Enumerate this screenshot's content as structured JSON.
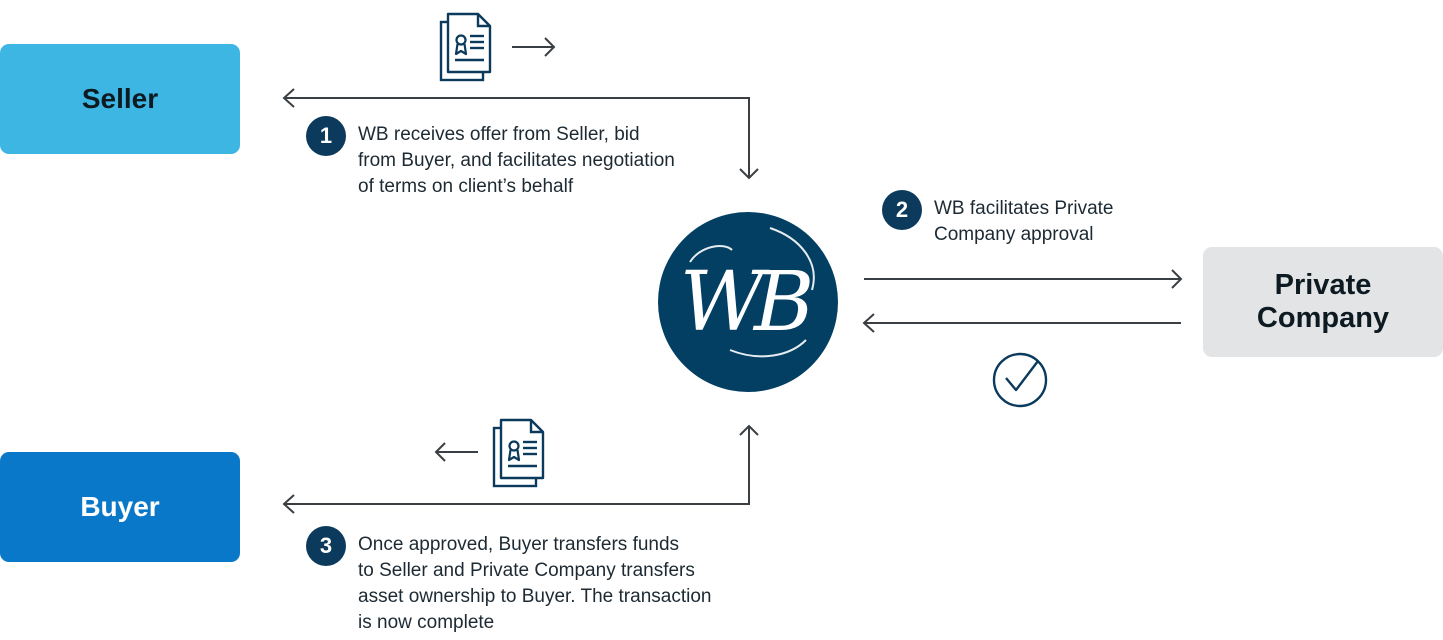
{
  "nodes": {
    "seller": "Seller",
    "buyer": "Buyer",
    "private_company": [
      "Private",
      "Company"
    ],
    "hub_logo": "WB"
  },
  "steps": [
    {
      "number": "1",
      "lines": [
        "WB receives offer from Seller, bid",
        "from Buyer, and facilitates negotiation",
        "of terms on client’s behalf"
      ]
    },
    {
      "number": "2",
      "lines": [
        "WB facilitates Private",
        "Company approval"
      ]
    },
    {
      "number": "3",
      "lines": [
        "Once approved, Buyer transfers funds",
        "to Seller and Private Company transfers",
        "asset ownership to Buyer. The transaction",
        "is now complete"
      ]
    }
  ],
  "icons": [
    "document-icon",
    "document-icon",
    "checkmark-circle-icon",
    "arrow-icon"
  ],
  "colors": {
    "seller": "#3db6e4",
    "buyer": "#0a78c8",
    "private_company": "#e3e4e6",
    "hub": "#033f63",
    "step_badge": "#0b3a5c",
    "lines": "#3a3f44"
  }
}
